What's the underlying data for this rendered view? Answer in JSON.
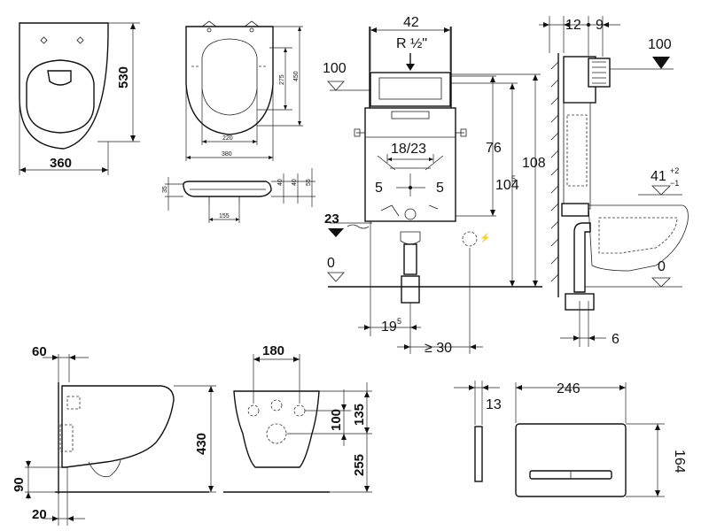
{
  "toilet_top": {
    "depth": "530",
    "width": "360"
  },
  "seat_top": {
    "length": "450",
    "opening": "275",
    "inner_width": "220",
    "outer_width": "380"
  },
  "seat_side": {
    "height": "35",
    "hinge_spacing": "155",
    "d1": "40",
    "d2": "40",
    "d3": "55"
  },
  "frame_front": {
    "width": "42",
    "connection": "R ½\"",
    "inlet_level": "100",
    "cutout": "18/23",
    "offset_left": "5",
    "offset_right": "5",
    "supply_level": "23",
    "floor_level": "0",
    "height_76": "76",
    "height_104": "104",
    "height_104_sup": "5",
    "height_108": "108",
    "offset_19": "19",
    "offset_19_sup": "5",
    "min_dist": "≥ 30"
  },
  "frame_side": {
    "d12": "12",
    "d9": "9",
    "level_100": "100",
    "bowl_height": "41",
    "tol_plus": "+2",
    "tol_minus": "−1",
    "floor_level": "0",
    "wall_gap": "6"
  },
  "bowl_side": {
    "d60": "60",
    "height": "430",
    "d90": "90",
    "d20": "20"
  },
  "bowl_front": {
    "bolt_spacing": "180",
    "d100": "100",
    "d135": "135",
    "d255": "255"
  },
  "flush_plate": {
    "depth": "13",
    "width": "246",
    "height": "164"
  }
}
